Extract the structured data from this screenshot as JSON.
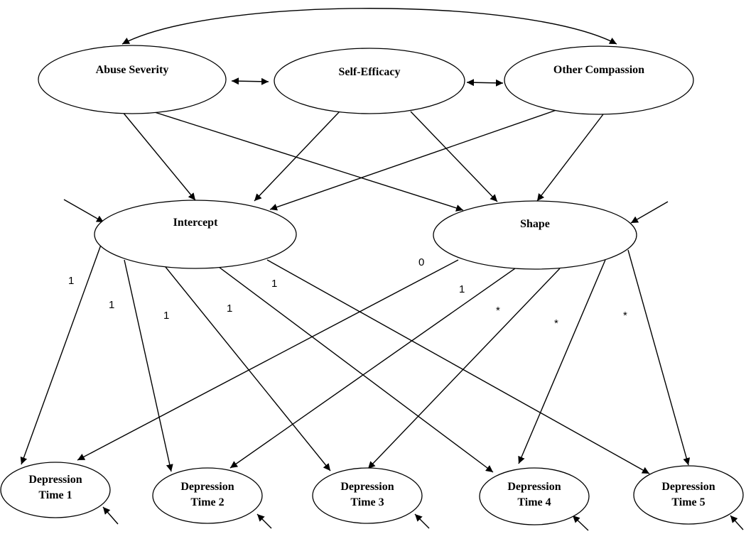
{
  "nodes": {
    "abuse": {
      "label": "Abuse Severity"
    },
    "efficacy": {
      "label": "Self-Efficacy"
    },
    "compassion": {
      "label": "Other Compassion"
    },
    "intercept": {
      "label": "Intercept"
    },
    "shape": {
      "label": "Shape"
    },
    "dep1": {
      "line1": "Depression",
      "line2": "Time 1"
    },
    "dep2": {
      "line1": "Depression",
      "line2": "Time 2"
    },
    "dep3": {
      "line1": "Depression",
      "line2": "Time 3"
    },
    "dep4": {
      "line1": "Depression",
      "line2": "Time 4"
    },
    "dep5": {
      "line1": "Depression",
      "line2": "Time 5"
    }
  },
  "edges": [
    {
      "from": "abuse",
      "to": "compassion",
      "type": "correlation"
    },
    {
      "from": "abuse",
      "to": "efficacy",
      "type": "correlation"
    },
    {
      "from": "efficacy",
      "to": "compassion",
      "type": "correlation"
    },
    {
      "from": "abuse",
      "to": "intercept",
      "type": "path"
    },
    {
      "from": "abuse",
      "to": "shape",
      "type": "path"
    },
    {
      "from": "efficacy",
      "to": "intercept",
      "type": "path"
    },
    {
      "from": "efficacy",
      "to": "shape",
      "type": "path"
    },
    {
      "from": "compassion",
      "to": "intercept",
      "type": "path"
    },
    {
      "from": "compassion",
      "to": "shape",
      "type": "path"
    },
    {
      "from": "intercept",
      "to": "dep1",
      "type": "loading",
      "label": "1"
    },
    {
      "from": "intercept",
      "to": "dep2",
      "type": "loading",
      "label": "1"
    },
    {
      "from": "intercept",
      "to": "dep3",
      "type": "loading",
      "label": "1"
    },
    {
      "from": "intercept",
      "to": "dep4",
      "type": "loading",
      "label": "1"
    },
    {
      "from": "intercept",
      "to": "dep5",
      "type": "loading",
      "label": "1"
    },
    {
      "from": "shape",
      "to": "dep1",
      "type": "loading",
      "label": "0"
    },
    {
      "from": "shape",
      "to": "dep2",
      "type": "loading",
      "label": "1"
    },
    {
      "from": "shape",
      "to": "dep3",
      "type": "loading",
      "label": "*"
    },
    {
      "from": "shape",
      "to": "dep4",
      "type": "loading",
      "label": "*"
    },
    {
      "from": "shape",
      "to": "dep5",
      "type": "loading",
      "label": "*"
    }
  ],
  "residuals": [
    "intercept",
    "shape",
    "dep1",
    "dep2",
    "dep3",
    "dep4",
    "dep5"
  ]
}
